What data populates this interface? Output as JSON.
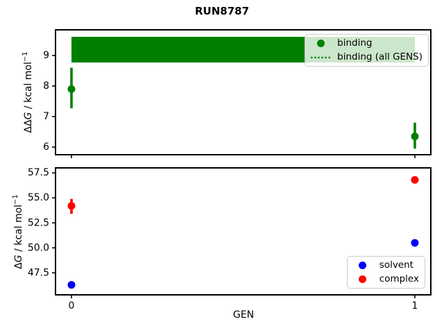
{
  "figure": {
    "title": "RUN8787",
    "xlabel": "GEN",
    "background": "#ffffff"
  },
  "colors": {
    "binding": "#008000",
    "solvent": "#0000ff",
    "complex": "#ff0000",
    "axes": "#000000"
  },
  "chart_data": [
    {
      "type": "scatter",
      "subplot": "top",
      "ylabel": "ΔΔG / kcal mol⁻¹",
      "ylabel_parts": {
        "pre": "ΔΔ",
        "sym": "G",
        "post": " / kcal mol",
        "sup": "−1"
      },
      "xlim": [
        -0.0465,
        1.0465
      ],
      "ylim": [
        5.75,
        9.84
      ],
      "yticks": [
        6,
        7,
        8,
        9
      ],
      "yticklabels": [
        "6",
        "7",
        "8",
        "9"
      ],
      "xticks": [
        0,
        1
      ],
      "xticklabels": [
        "",
        ""
      ],
      "grid": false,
      "series": [
        {
          "name": "binding (all GENS)",
          "style": "band",
          "color": "#008000",
          "band": {
            "x0": 0,
            "x1": 1,
            "y_lo": 8.77,
            "y_hi": 9.61,
            "center": 9.19
          }
        },
        {
          "name": "binding",
          "style": "points",
          "color": "#008000",
          "marker": "circle",
          "points": [
            {
              "x": 0,
              "y": 7.9,
              "err_lo": 7.27,
              "err_hi": 8.6
            },
            {
              "x": 1,
              "y": 6.35,
              "err_lo": 5.95,
              "err_hi": 6.8
            }
          ]
        }
      ],
      "legend": {
        "position": "upper right",
        "items": [
          {
            "label": "binding",
            "marker": "dot"
          },
          {
            "label": "binding (all GENS)",
            "marker": "dotted-line"
          }
        ]
      }
    },
    {
      "type": "scatter",
      "subplot": "bottom",
      "ylabel": "ΔG / kcal mol⁻¹",
      "ylabel_parts": {
        "pre": "Δ",
        "sym": "G",
        "post": " / kcal mol",
        "sup": "−1"
      },
      "xlim": [
        -0.0465,
        1.0465
      ],
      "ylim": [
        45.3,
        58.0
      ],
      "yticks": [
        47.5,
        50.0,
        52.5,
        55.0,
        57.5
      ],
      "yticklabels": [
        "47.5",
        "50.0",
        "52.5",
        "55.0",
        "57.5"
      ],
      "xticks": [
        0,
        1
      ],
      "xticklabels": [
        "0",
        "1"
      ],
      "grid": false,
      "series": [
        {
          "name": "solvent",
          "style": "points",
          "color": "#0000ff",
          "marker": "circle",
          "points": [
            {
              "x": 0,
              "y": 46.3,
              "err_lo": null,
              "err_hi": null
            },
            {
              "x": 1,
              "y": 50.5,
              "err_lo": null,
              "err_hi": null
            }
          ]
        },
        {
          "name": "complex",
          "style": "points",
          "color": "#ff0000",
          "marker": "circle",
          "points": [
            {
              "x": 0,
              "y": 54.2,
              "err_lo": 53.4,
              "err_hi": 54.9
            },
            {
              "x": 1,
              "y": 56.8,
              "err_lo": null,
              "err_hi": null
            }
          ]
        }
      ],
      "legend": {
        "position": "lower right",
        "items": [
          {
            "label": "solvent",
            "marker": "dot"
          },
          {
            "label": "complex",
            "marker": "dot"
          }
        ]
      }
    }
  ]
}
